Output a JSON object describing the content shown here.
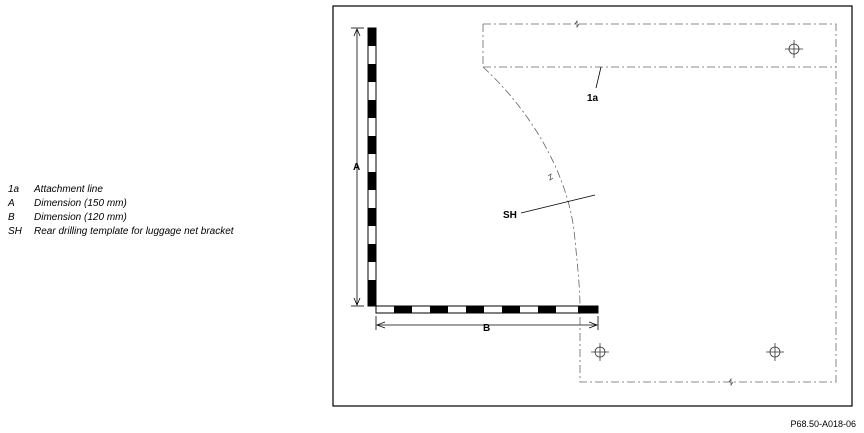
{
  "legend": [
    {
      "key": "1a",
      "text": "Attachment line"
    },
    {
      "key": "A",
      "text": "Dimension (150 mm)"
    },
    {
      "key": "B",
      "text": "Dimension (120 mm)"
    },
    {
      "key": "SH",
      "text": "Rear drilling template for luggage net bracket"
    }
  ],
  "drawing": {
    "label_1a": "1a",
    "label_A": "A",
    "label_B": "B",
    "label_SH": "SH"
  },
  "footer": {
    "code": "P68.50-A018-06"
  }
}
